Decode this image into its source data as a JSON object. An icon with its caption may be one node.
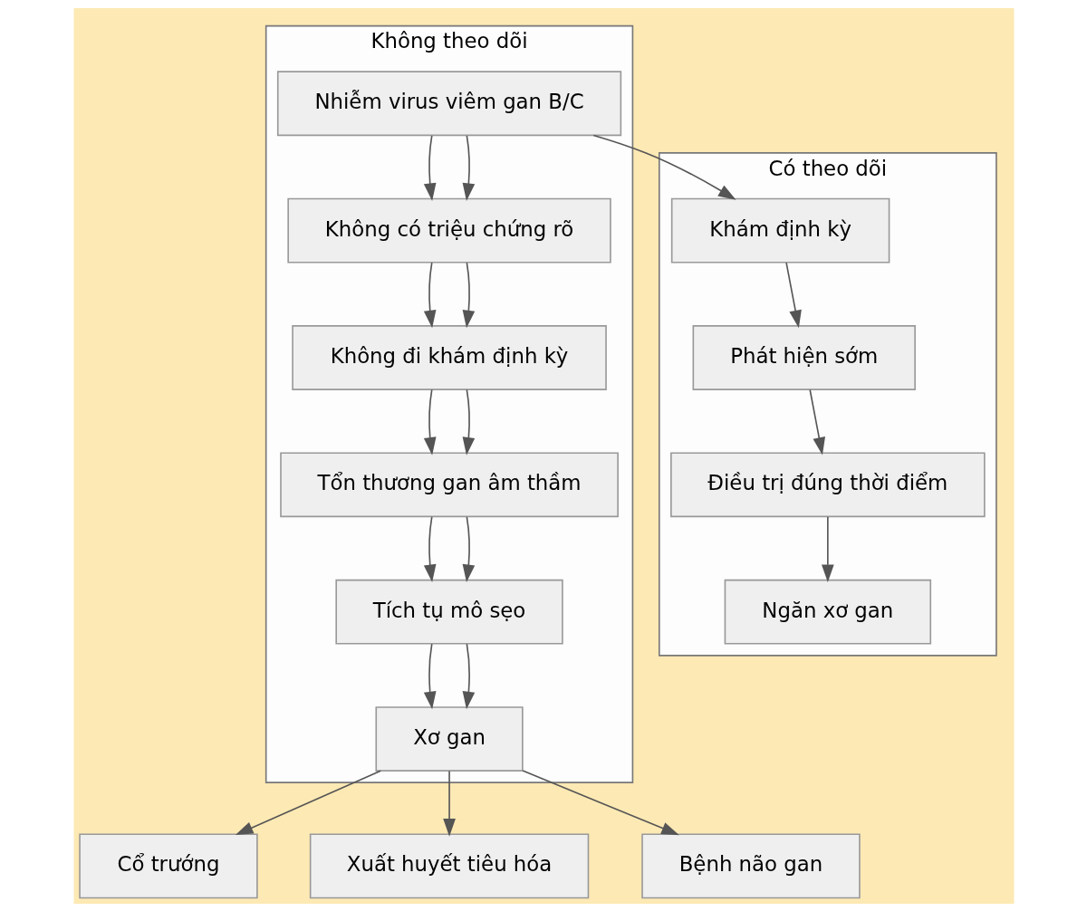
{
  "diagram": {
    "nodes": [
      {
        "text": [
          "Không theo dõi"
        ]
      },
      {
        "text": [
          "Nhiễm virus viêm gan B/C"
        ],
        "in": 0
      },
      {
        "text": [
          "Không có triệu chứng rõ"
        ],
        "in": 0
      },
      {
        "text": [
          "Không đi khám định kỳ"
        ],
        "in": 0
      },
      {
        "text": [
          "Tổn thương gan âm thầm"
        ],
        "in": 0
      },
      {
        "text": [
          "Tích tụ mô sẹo"
        ],
        "in": 0
      },
      {
        "text": [
          "Xơ gan"
        ],
        "in": 0
      },
      {
        "text": [
          "Có theo dõi"
        ]
      },
      {
        "text": [
          "Khám định kỳ"
        ],
        "in": 7
      },
      {
        "text": [
          "Phát hiện sớm"
        ],
        "in": 7
      },
      {
        "text": [
          "Điều trị đúng thời điểm"
        ],
        "in": 7
      },
      {
        "text": [
          "Ngăn xơ gan"
        ],
        "in": 7
      },
      {
        "text": [
          "Cổ trướng"
        ]
      },
      {
        "text": [
          "Xuất huyết tiêu hóa"
        ]
      },
      {
        "text": [
          "Bệnh não gan"
        ]
      }
    ],
    "edges": [
      {
        "from": 1,
        "to": 8,
        "arrow": "to"
      },
      {
        "from": 1,
        "to": 2,
        "arrow": "to"
      },
      {
        "from": 1,
        "to": 2,
        "arrow": "to"
      },
      {
        "from": 2,
        "to": 3,
        "arrow": "to"
      },
      {
        "from": 2,
        "to": 3,
        "arrow": "to"
      },
      {
        "from": 3,
        "to": 4,
        "arrow": "to"
      },
      {
        "from": 3,
        "to": 4,
        "arrow": "to"
      },
      {
        "from": 4,
        "to": 5,
        "arrow": "to"
      },
      {
        "from": 4,
        "to": 5,
        "arrow": "to"
      },
      {
        "from": 5,
        "to": 6,
        "arrow": "to"
      },
      {
        "from": 5,
        "to": 6,
        "arrow": "to"
      },
      {
        "from": 8,
        "to": 9,
        "arrow": "to"
      },
      {
        "from": 9,
        "to": 10,
        "arrow": "to"
      },
      {
        "from": 10,
        "to": 11,
        "arrow": "to"
      },
      {
        "from": 6,
        "to": 12,
        "arrow": "to"
      },
      {
        "from": 6,
        "to": 13,
        "arrow": "to"
      },
      {
        "from": 6,
        "to": 14,
        "arrow": "to"
      }
    ]
  }
}
